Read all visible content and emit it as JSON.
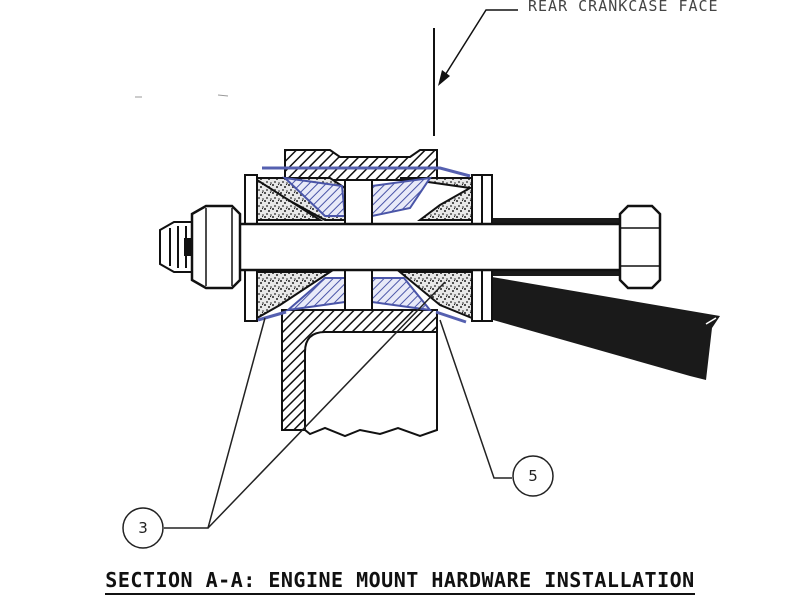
{
  "diagram": {
    "callout_top": "REAR CRANKCASE FACE",
    "bubbles": [
      {
        "id": "3"
      },
      {
        "id": "5"
      }
    ],
    "caption": "SECTION A-A: ENGINE MOUNT HARDWARE INSTALLATION",
    "colors": {
      "ink": "#111111",
      "highlight": "#5560b0",
      "leader": "#333333"
    }
  }
}
